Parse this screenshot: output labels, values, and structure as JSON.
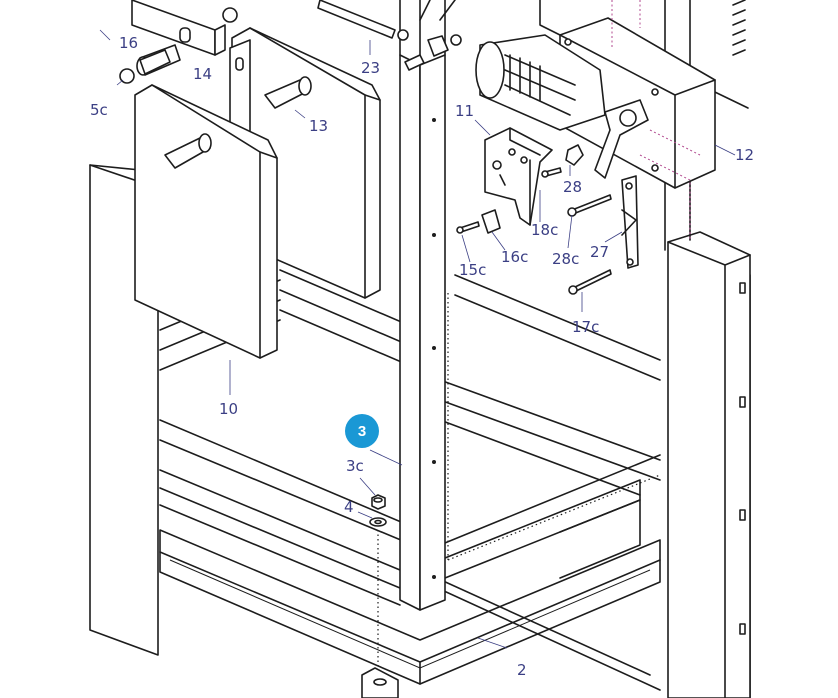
{
  "callouts": {
    "c16": "16",
    "c14": "14",
    "c5c": "5c",
    "c23": "23",
    "c13": "13",
    "c11": "11",
    "c12": "12",
    "c28": "28",
    "c18c": "18c",
    "c16c": "16c",
    "c15c": "15c",
    "c27": "27",
    "c28c": "28c",
    "c17c": "17c",
    "c10": "10",
    "c3c": "3c",
    "c4": "4",
    "c2": "2"
  },
  "badge": {
    "value": "3",
    "color": "#1a98d5"
  },
  "colors": {
    "line": "#1d1d1d",
    "label": "#3b3f84",
    "hidden_line": "#b24a8f"
  }
}
